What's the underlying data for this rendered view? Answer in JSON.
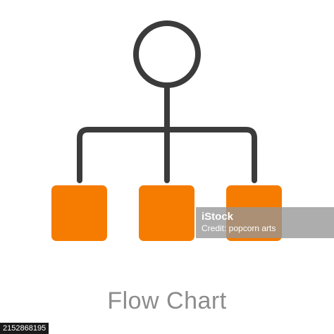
{
  "caption": "Flow Chart",
  "watermark": {
    "brand": "iStock",
    "credit": "Credit: popcorn arts"
  },
  "image_id": "2152868195",
  "colors": {
    "line": "#3b3b3b",
    "node_fill": "#f57c00",
    "caption": "#8c8c8c"
  },
  "icon": "flow-chart-icon"
}
